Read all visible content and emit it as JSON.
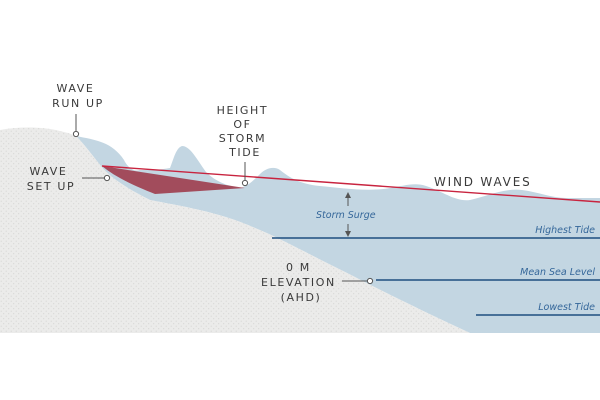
{
  "labels": {
    "wave_run_up": [
      "WAVE",
      "RUN UP"
    ],
    "wave_set_up": [
      "WAVE",
      "SET UP"
    ],
    "height_of_storm_tide": [
      "HEIGHT",
      "OF",
      "STORM",
      "TIDE"
    ],
    "wind_waves": "WIND WAVES",
    "elevation": [
      "0 M",
      "ELEVATION",
      "(AHD)"
    ],
    "storm_surge": "Storm Surge",
    "highest_tide": "Highest Tide",
    "mean_sea_level": "Mean Sea Level",
    "lowest_tide": "Lowest Tide"
  },
  "colors": {
    "water": "#c3d6e2",
    "land": "#ebebea",
    "land_dots": "#d4d4d2",
    "tide_lines": "#1e4f80",
    "storm_tide_line": "#c8243f",
    "setup_wedge": "#9b2d3e",
    "label_text": "#3a3a3a",
    "italic_text": "#35679a"
  }
}
